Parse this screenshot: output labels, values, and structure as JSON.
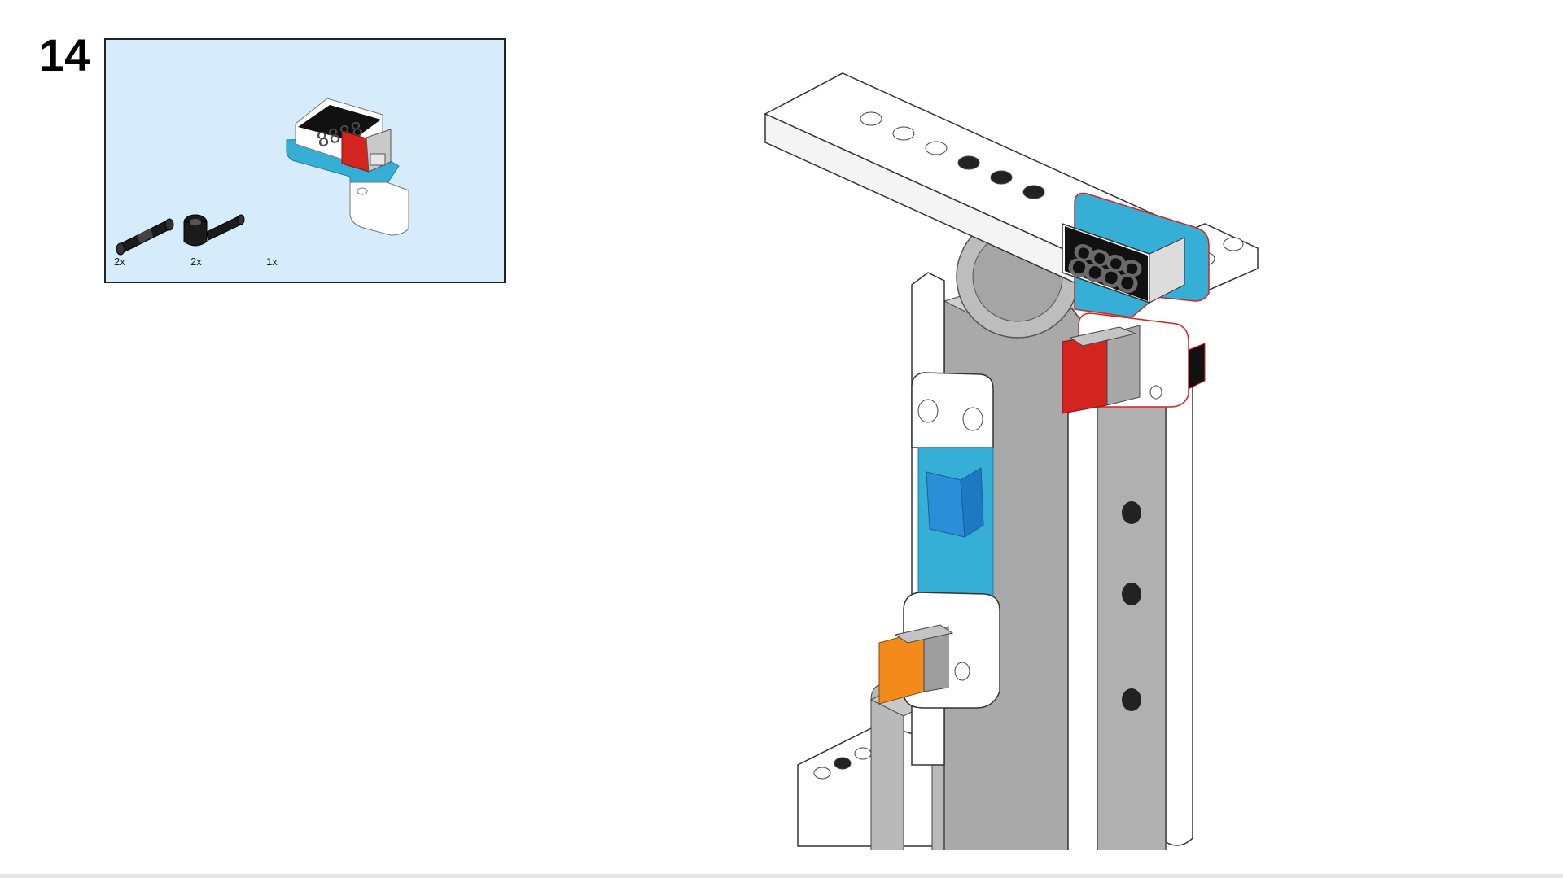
{
  "step": {
    "number": "14"
  },
  "parts_callout": {
    "quantities": [
      "2x",
      "2x",
      "1x"
    ],
    "items": [
      {
        "icon": "axle-pin-icon",
        "quantity_index": 0
      },
      {
        "icon": "axle-connector-icon",
        "quantity_index": 1
      },
      {
        "icon": "digital-display-module-icon",
        "quantity_index": 2
      }
    ],
    "display_digits": "8888"
  },
  "model": {
    "display_digits": "8888"
  },
  "colors": {
    "callout_background": "#d6ecfb",
    "module_blue": "#35afd6",
    "connector_red": "#d4241f",
    "connector_orange": "#f28a1c",
    "beam_white": "#ffffff",
    "beam_gray": "#b9b9b9",
    "display_black": "#111111"
  }
}
